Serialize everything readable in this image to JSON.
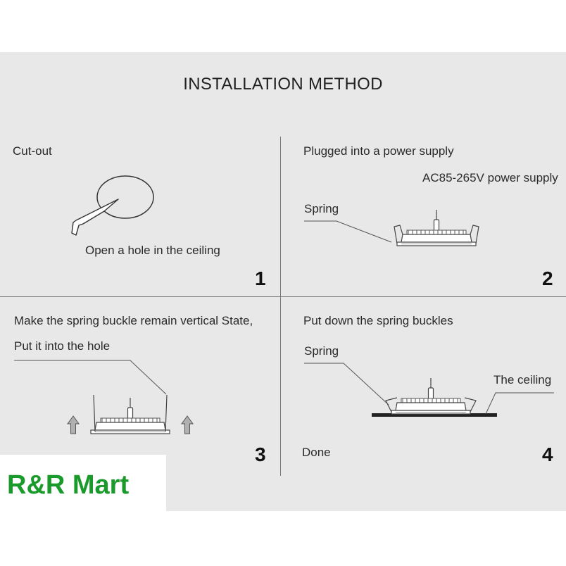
{
  "title": "INSTALLATION METHOD",
  "steps": [
    {
      "heading": "Cut-out",
      "caption": "Open a hole in the ceiling",
      "number": "1"
    },
    {
      "heading": "Plugged into a power supply",
      "power_label": "AC85-265V power supply",
      "spring_label": "Spring",
      "number": "2"
    },
    {
      "heading_line1": "Make the spring buckle remain vertical State,",
      "heading_line2": "Put it into the hole",
      "number": "3"
    },
    {
      "heading": "Put down the spring buckles",
      "spring_label": "Spring",
      "ceiling_label": "The ceiling",
      "done_label": "Done",
      "number": "4"
    }
  ],
  "brand": {
    "name": "R&R Mart",
    "color": "#1a9a2a"
  },
  "icons": [
    "knife-icon",
    "downlight-icon",
    "up-arrow-icon"
  ]
}
